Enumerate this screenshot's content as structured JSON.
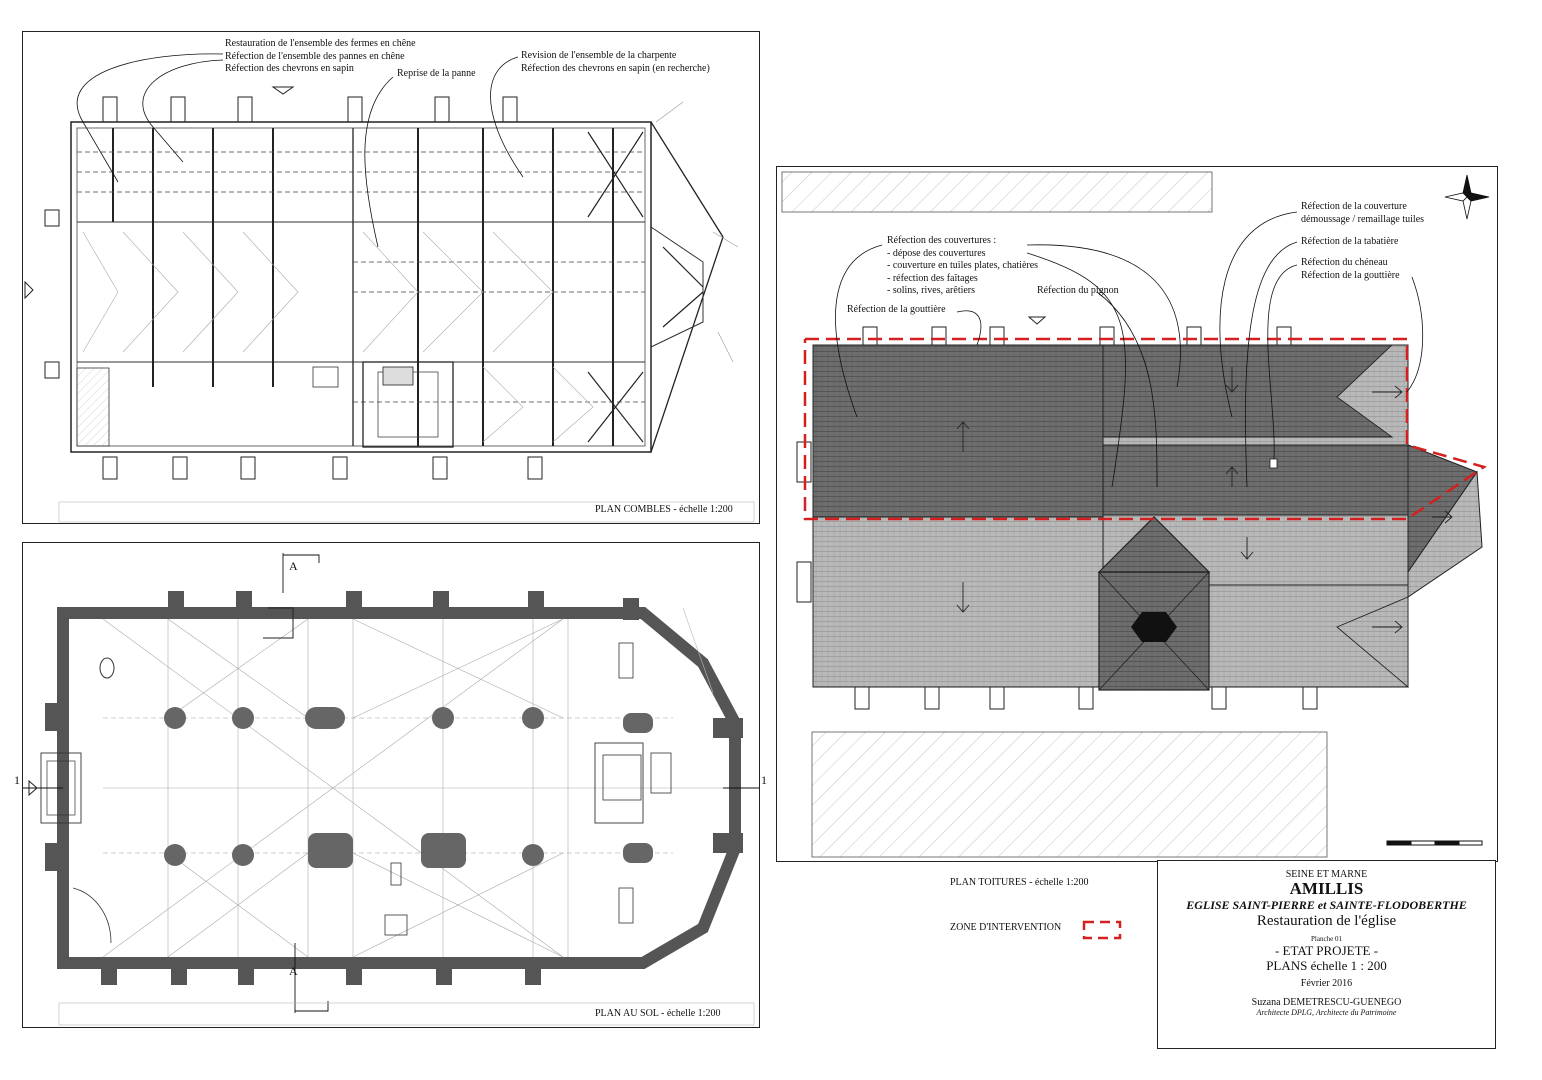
{
  "plan_combles": {
    "title": "PLAN COMBLES - échelle 1:200",
    "note1": [
      "Restauration de l'ensemble des fermes en chêne",
      "Réfection de l'ensemble des pannes en chêne",
      "Réfection des chevrons en sapin"
    ],
    "note2": "Reprise de la panne",
    "note3": [
      "Revision de l'ensemble de la charpente",
      "Réfection des chevrons en sapin (en recherche)"
    ]
  },
  "plan_sol": {
    "title": "PLAN AU SOL - échelle 1:200",
    "section_a": "A",
    "section_1": "1"
  },
  "plan_toitures": {
    "title": "PLAN TOITURES - échelle 1:200",
    "note_couvertures": [
      "Réfection des couvertures :",
      "- dépose des couvertures",
      "- couverture en tuiles plates, chatières",
      "- réfection des faîtages",
      "- solins, rives, arêtiers"
    ],
    "note_gouttiere_left": "Réfection de la gouttière",
    "note_pignon": "Réfection du pignon",
    "note_couverture": [
      "Réfection de la couverture",
      "démoussage / remaillage tuiles"
    ],
    "note_tabatiere": "Réfection de la tabatière",
    "note_cheneau": [
      "Réfection du chéneau",
      "Réfection de la gouttière"
    ]
  },
  "legend": {
    "zone_label": "ZONE D'INTERVENTION",
    "zone_color": "#d42020"
  },
  "cartouche": {
    "department": "SEINE ET MARNE",
    "town": "AMILLIS",
    "church": "EGLISE SAINT-PIERRE et SAINTE-FLODOBERTHE",
    "project": "Restauration de l'église",
    "sheet": "Planche 01",
    "state": "- ETAT PROJETE -",
    "plans": "PLANS  échelle 1 : 200",
    "date": "Février 2016",
    "architect": "Suzana DEMETRESCU-GUENEGO",
    "role": "Architecte DPLG, Architecte du Patrimoine"
  },
  "colors": {
    "line": "#222222",
    "roof_dark": "#6e6e6e",
    "roof_light": "#b9b9b9",
    "wall": "#555555"
  }
}
